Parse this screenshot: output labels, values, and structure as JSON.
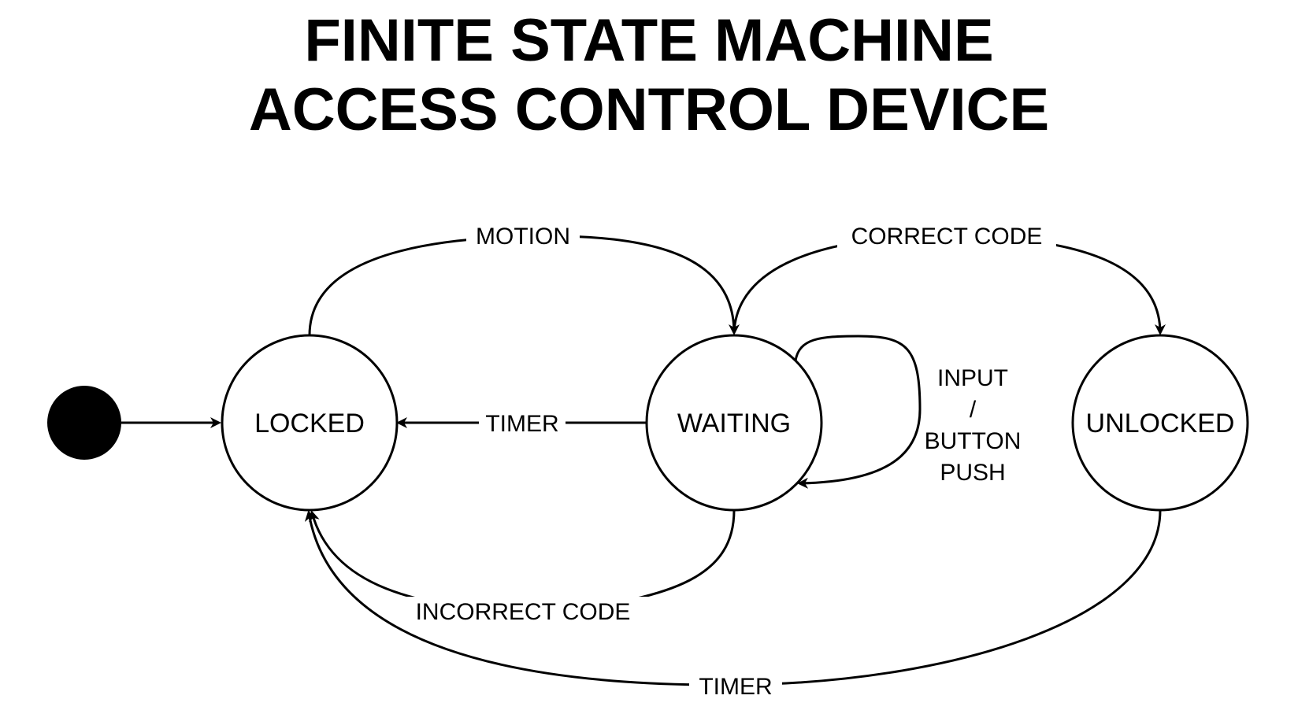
{
  "title": {
    "line1": "FINITE STATE MACHINE",
    "line2": "ACCESS CONTROL DEVICE"
  },
  "states": {
    "locked": "LOCKED",
    "waiting": "WAITING",
    "unlocked": "UNLOCKED"
  },
  "transitions": {
    "motion": "MOTION",
    "correct_code": "CORRECT CODE",
    "timer_waiting_to_locked": "TIMER",
    "input_button_push": [
      "INPUT",
      "/",
      "BUTTON",
      "PUSH"
    ],
    "incorrect_code": "INCORRECT CODE",
    "timer_unlocked_to_locked": "TIMER"
  }
}
